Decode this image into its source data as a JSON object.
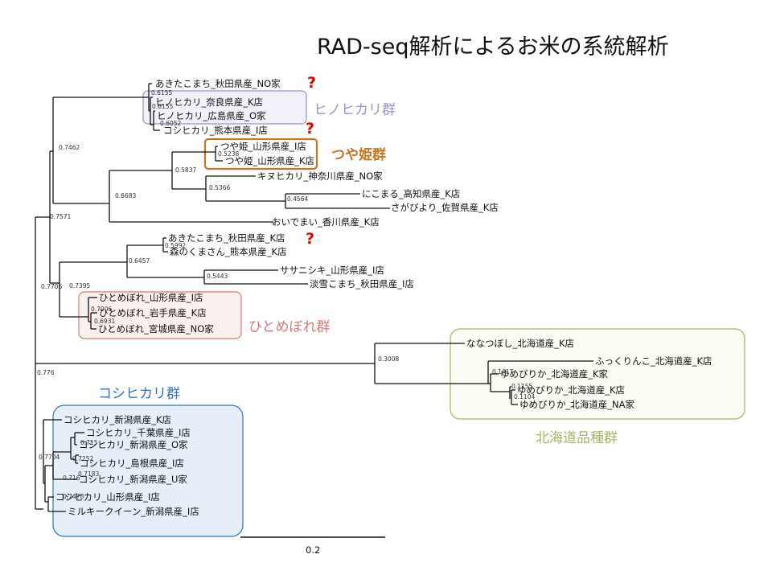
{
  "title": "RAD-seq解析によるお米の系統解析",
  "question_mark": "?",
  "scale_bar": {
    "label": "0.2"
  },
  "groups": {
    "hinohikari": {
      "label": "ヒノヒカリ群",
      "color": "#9c92c2",
      "fill": "#f2f0f8"
    },
    "tsuyahime": {
      "label": "つや姫群",
      "color": "#c7761f",
      "fill": "#ffffff"
    },
    "hitomebore": {
      "label": "ひとめぼれ群",
      "color": "#d77b7b",
      "fill": "#fbf0f0"
    },
    "koshihikari": {
      "label": "コシヒカリ群",
      "color": "#2f73c4",
      "fill": "#e6eef8"
    },
    "hokkaido": {
      "label": "北海道品種群",
      "color": "#a6b46a",
      "fill": "#fbfcf3"
    }
  },
  "taxa": [
    "あきたこまち_秋田県産_NO家",
    "ヒノヒカリ_奈良県産_K店",
    "ヒノヒカリ_広島県産_O家",
    "コシヒカリ_熊本県産_I店",
    "つや姫_山形県産_I店",
    "つや姫_山形県産_K店",
    "キヌヒカリ_神奈川県産_NO家",
    "にこまる_高知県産_K店",
    "さがびより_佐賀県産_K店",
    "おいでまい_香川県産_K店",
    "あきたこまち_秋田県産_K店",
    "森のくまさん_熊本県産_K店",
    "ササニシキ_山形県産_I店",
    "淡雪こまち_秋田県産_I店",
    "ひとめぼれ_山形県産_I店",
    "ひとめぼれ_岩手県産_K店",
    "ひとめぼれ_宮城県産_NO家",
    "ななつぼし_北海道産_K店",
    "ふっくりんこ_北海道産_K店",
    "ゆめぴりか_北海道産_K家",
    "ゆめぴりか_北海道産_K店",
    "ゆめぴりか_北海道産_NA家",
    "コシヒカリ_新潟県産_K店",
    "コシヒカリ_千葉県産_I店",
    "コシヒカリ_新潟県産_O家",
    "コシヒカリ_島根県産_I店",
    "コシヒカリ_新潟県産_U家",
    "コシヒカリ_山形県産_I店",
    "ミルキークイーン_新潟県産_I店"
  ],
  "bootstrap": [
    "0.6155",
    "0.6155",
    "0.6052",
    "0.5238",
    "0.7462",
    "0.5837",
    "0.5366",
    "0.4564",
    "0.6683",
    "0.7571",
    "0.5992",
    "0.6457",
    "0.5443",
    "0.7395",
    "0.7706",
    "0.7006",
    "0.6931",
    "0.776",
    "0.3008",
    "0.1417",
    "0.1155",
    "0.1104",
    "0.7704",
    "0.715",
    "0.7252",
    "0.7183",
    "0.716",
    "0.7478"
  ]
}
